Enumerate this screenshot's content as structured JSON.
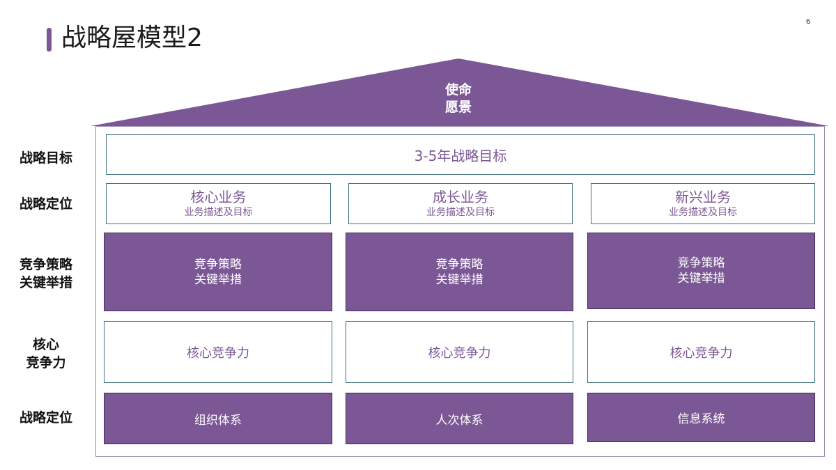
{
  "header": {
    "title": "战略屋模型2",
    "page_number": "6"
  },
  "roof": {
    "line1": "使命",
    "line2": "愿景"
  },
  "row_labels": {
    "goal": "战略目标",
    "positioning": "战略定位",
    "strategy_line1": "竞争策略",
    "strategy_line2": "关键举措",
    "core_line1": "核心",
    "core_line2": "竞争力",
    "foundation": "战略定位"
  },
  "goal": {
    "text": "3-5年战略目标"
  },
  "businesses": [
    {
      "name": "核心业务",
      "desc": "业务描述及目标"
    },
    {
      "name": "成长业务",
      "desc": "业务描述及目标"
    },
    {
      "name": "新兴业务",
      "desc": "业务描述及目标"
    }
  ],
  "strategies": [
    {
      "line1": "竞争策略",
      "line2": "关键举措"
    },
    {
      "line1": "竞争策略",
      "line2": "关键举措"
    },
    {
      "line1": "竞争策略",
      "line2": "关键举措"
    }
  ],
  "core": [
    "核心竞争力",
    "核心竞争力",
    "核心竞争力"
  ],
  "systems": [
    "组织体系",
    "人次体系",
    "信息系统"
  ],
  "colors": {
    "accent": "#7b5895",
    "border_teal": "#3f6f80",
    "text_dark": "#1a1a1a"
  }
}
